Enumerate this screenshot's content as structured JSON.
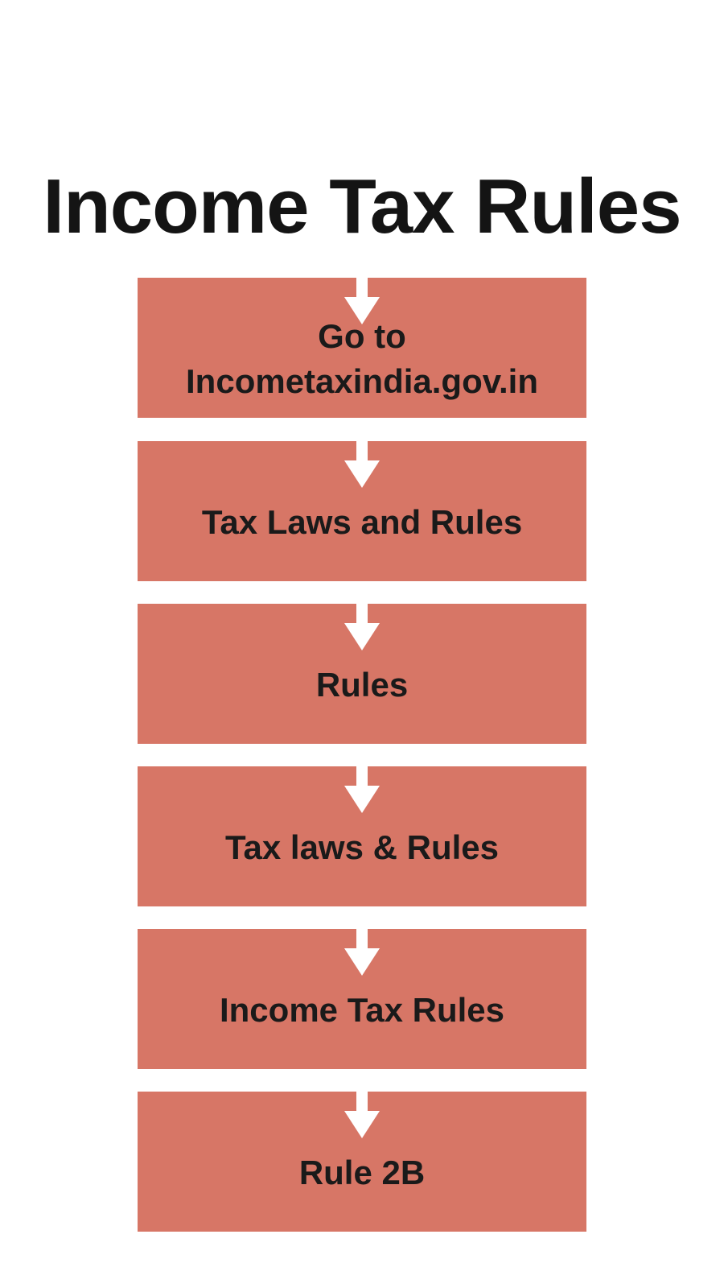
{
  "title": "Income Tax Rules",
  "colors": {
    "box_fill": "#d77666",
    "text": "#1a1a1a",
    "arrow": "#ffffff"
  },
  "steps": [
    {
      "label": "Go to\nIncometaxindia.gov.in",
      "icon": "arrow-down-icon"
    },
    {
      "label": "Tax Laws and Rules",
      "icon": "arrow-down-icon"
    },
    {
      "label": "Rules",
      "icon": "arrow-down-icon"
    },
    {
      "label": "Tax laws & Rules",
      "icon": "arrow-down-icon"
    },
    {
      "label": "Income Tax Rules",
      "icon": "arrow-down-icon"
    },
    {
      "label": "Rule 2B",
      "icon": "arrow-down-icon"
    }
  ]
}
